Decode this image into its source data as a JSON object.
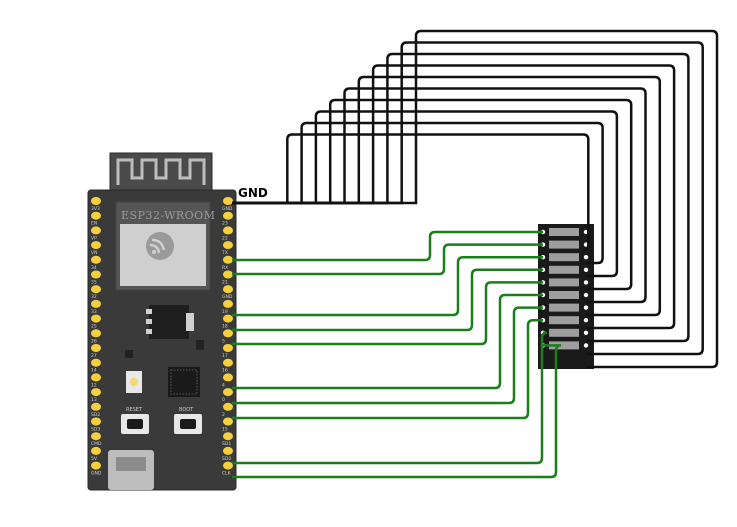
{
  "wiring": {
    "gnd_label": "GND"
  },
  "board": {
    "title": "ESP32-WROOM",
    "reset_label": "RESET",
    "boot_label": "BOOT",
    "left_pins": [
      "3V3",
      "EN",
      "VP",
      "VN",
      "34",
      "35",
      "32",
      "33",
      "25",
      "26",
      "27",
      "14",
      "12",
      "13",
      "SD2",
      "SD3",
      "CMD",
      "5V",
      "GND"
    ],
    "right_pins": [
      "GND",
      "23",
      "22",
      "TX",
      "RX",
      "21",
      "GND",
      "19",
      "18",
      "5",
      "17",
      "16",
      "4",
      "0",
      "2",
      "15",
      "SD1",
      "SD0",
      "CLK"
    ]
  },
  "colors": {
    "gnd_wire": "#111111",
    "signal_wire": "#1a7f1a",
    "board": "#3a3a3a",
    "pin": "#f4d03f"
  }
}
